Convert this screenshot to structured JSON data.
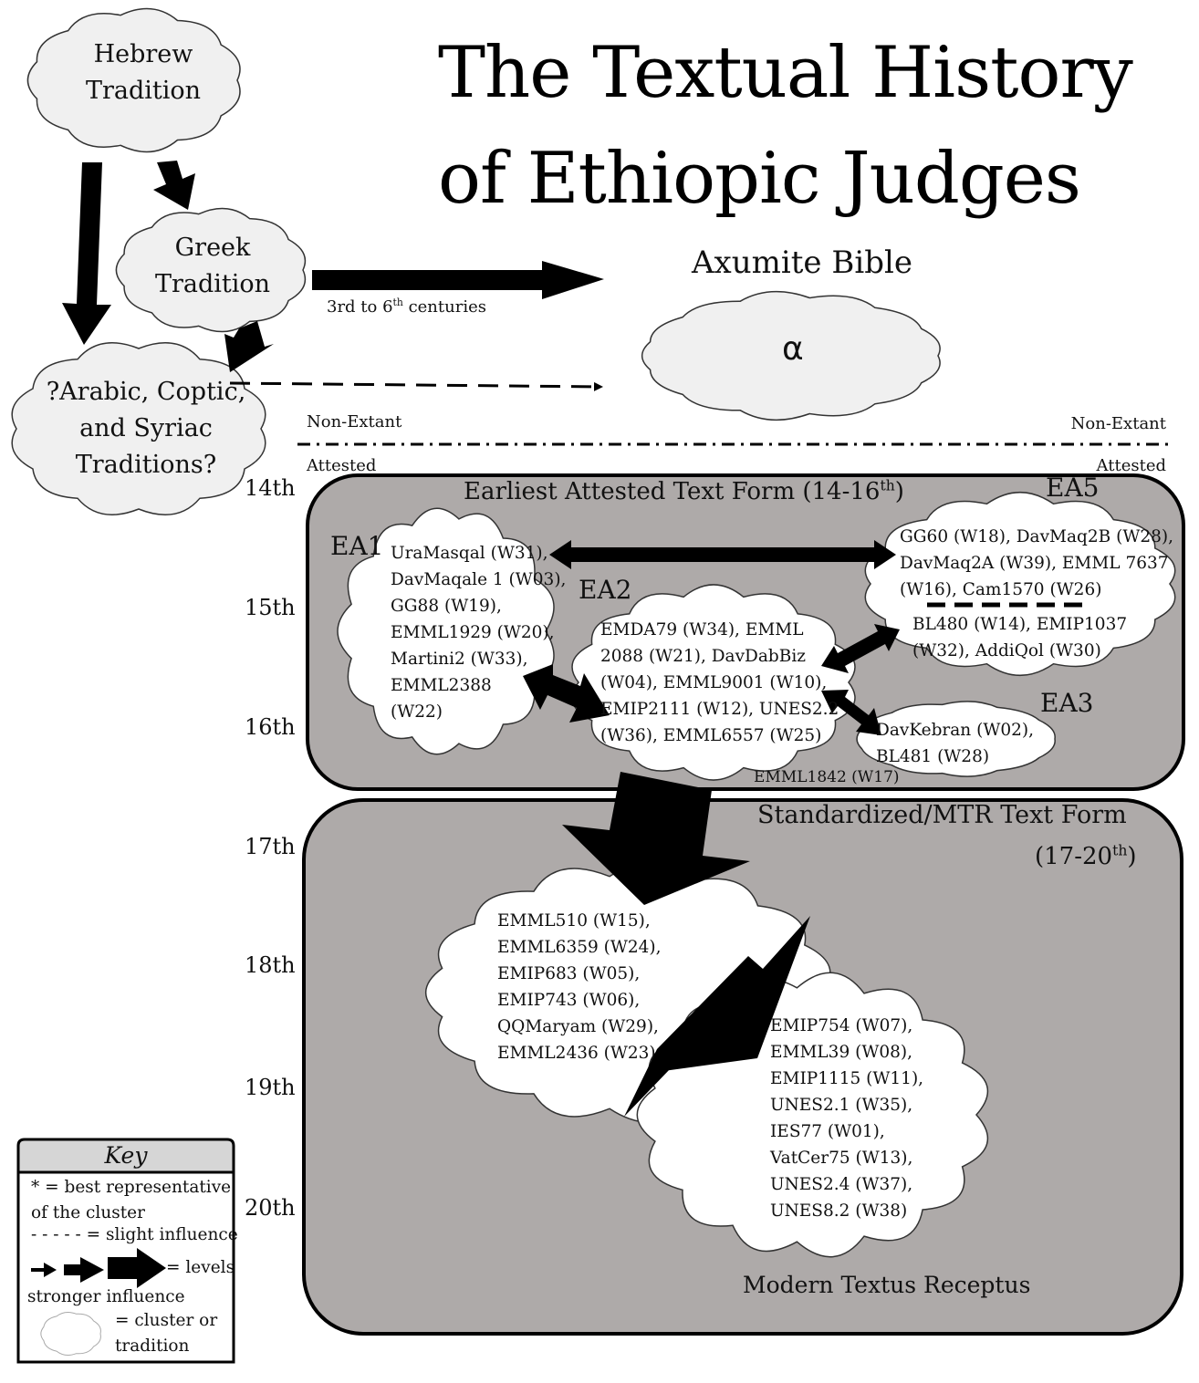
{
  "title": {
    "line1": "The Textual History",
    "line2": "of Ethiopic Judges"
  },
  "traditions": {
    "hebrew": [
      "Hebrew",
      "Tradition"
    ],
    "greek": [
      "Greek",
      "Tradition"
    ],
    "arabic": [
      "?Arabic, Coptic,",
      "and Syriac",
      "Traditions?"
    ]
  },
  "axumite": {
    "label": "Axumite Bible",
    "symbol": "α",
    "arrow_label": "3rd to 6",
    "arrow_label_sup": "th",
    "arrow_label_tail": " centuries"
  },
  "divider": {
    "left_top": "Non-Extant",
    "left_bottom": "Attested",
    "right_top": "Non-Extant",
    "right_bottom": "Attested"
  },
  "centuries": [
    "14th",
    "15th",
    "16th",
    "17th",
    "18th",
    "19th",
    "20th"
  ],
  "earliest": {
    "title": "Earliest Attested Text Form (14-16",
    "title_sup": "th",
    "title_tail": ")",
    "clusters": {
      "ea1": {
        "label": "EA1",
        "items": [
          "UraMasqal (W31),",
          "DavMaqale 1 (W03),",
          "GG88 (W19),",
          "EMML1929 (W20),",
          "Martini2 (W33),",
          "EMML2388",
          "(W22)"
        ]
      },
      "ea2": {
        "label": "EA2",
        "items": [
          "EMDA79 (W34), EMML",
          "2088 (W21),  DavDabBiz",
          "(W04),  EMML9001 (W10),",
          "EMIP2111 (W12), UNES2.2",
          "(W36), EMML6557 (W25)"
        ]
      },
      "ea3": {
        "label": "EA3",
        "items": [
          "DavKebran (W02),",
          "BL481 (W28)"
        ]
      },
      "ea5": {
        "label": "EA5",
        "items_top": [
          "GG60 (W18), DavMaq2B (W28),",
          "DavMaq2A (W39), EMML 7637",
          "(W16), Cam1570 (W26)"
        ],
        "items_bottom": [
          "BL480 (W14), EMIP1037",
          "(W32), AddiQol (W30)"
        ]
      },
      "loose": "EMML1842 (W17)"
    }
  },
  "standardized": {
    "title": "Standardized/MTR Text Form",
    "subtitle": "(17-20",
    "subtitle_sup": "th",
    "subtitle_tail": ")",
    "cluster_left": [
      "EMML510 (W15),",
      "EMML6359 (W24),",
      "EMIP683 (W05),",
      "EMIP743 (W06),",
      "QQMaryam (W29),",
      "EMML2436 (W23)"
    ],
    "cluster_right": [
      "EMIP754 (W07),",
      "EMML39 (W08),",
      "EMIP1115 (W11),",
      "UNES2.1 (W35),",
      "IES77 (W01),",
      "VatCer75 (W13),",
      "UNES2.4 (W37),",
      "UNES8.2 (W38)"
    ],
    "footer": "Modern Textus Receptus"
  },
  "key": {
    "title": "Key",
    "line1": "* = best representative",
    "line2": "of the cluster",
    "line3": "- - - - - = slight influence",
    "line4": "= levels",
    "line5": "stronger influence",
    "line6": "= cluster or",
    "line7": "tradition"
  },
  "colors": {
    "panel": "#aeaaa9",
    "tradition_cloud": "#f0f0f0",
    "cluster_cloud": "#ffffff",
    "ink": "#000000",
    "key_header": "#d6d6d6"
  }
}
